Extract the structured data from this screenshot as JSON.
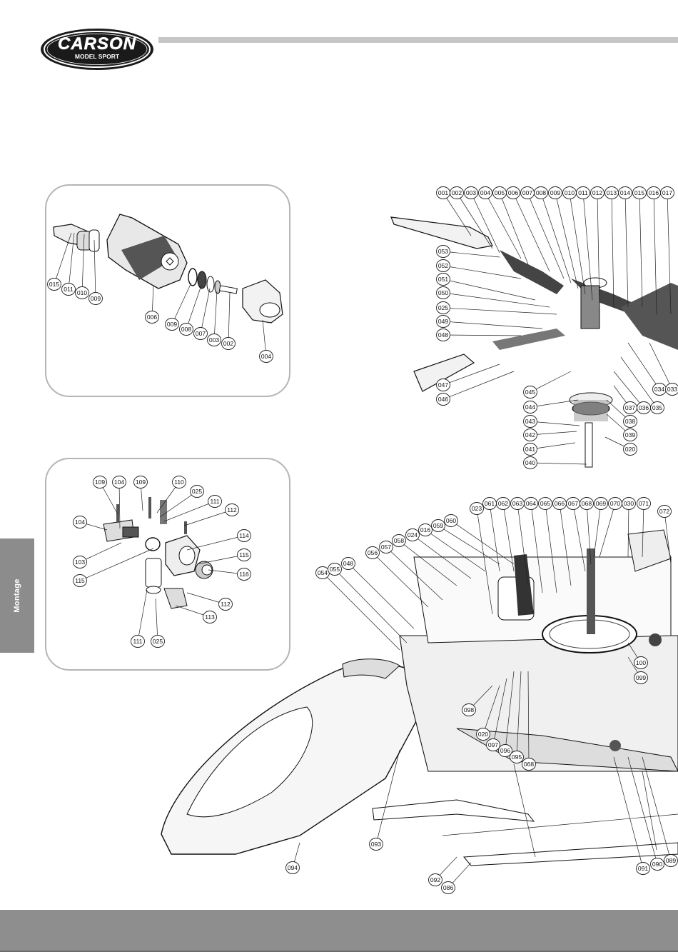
{
  "brand": {
    "name": "CARSON",
    "sub": "MODEL SPORT"
  },
  "side_tab": {
    "label": "Montage"
  },
  "colors": {
    "header_bar": "#c6c6c6",
    "side_tab": "#8c8c8c",
    "footer_bar": "#8e8e8e",
    "box_border": "#b5b5b5"
  },
  "detail_1": {
    "labels": [
      "015",
      "011",
      "010",
      "009",
      "006",
      "009",
      "008",
      "007",
      "003",
      "002",
      "004"
    ]
  },
  "detail_2": {
    "labels": [
      "109",
      "104",
      "109",
      "110",
      "025",
      "111",
      "112",
      "104",
      "103",
      "115",
      "114",
      "115",
      "116",
      "112",
      "113",
      "111",
      "025"
    ]
  },
  "rotor_head": {
    "top_labels": [
      "001",
      "002",
      "003",
      "004",
      "005",
      "006",
      "007",
      "008",
      "009",
      "010",
      "011",
      "012",
      "013",
      "014",
      "015",
      "016",
      "017"
    ],
    "left_labels": [
      "053",
      "052",
      "051",
      "050",
      "025",
      "049",
      "048",
      "047",
      "046"
    ],
    "center_labels": [
      "045",
      "044",
      "043",
      "042",
      "041",
      "040"
    ],
    "right_labels": [
      "034",
      "033",
      "037",
      "036",
      "035",
      "038",
      "039",
      "020"
    ]
  },
  "chassis": {
    "top_labels": [
      "023",
      "061",
      "062",
      "063",
      "064",
      "065",
      "066",
      "067",
      "068",
      "069",
      "070",
      "030",
      "071",
      "072"
    ],
    "left_labels": [
      "054",
      "055",
      "048",
      "056",
      "057",
      "058",
      "024",
      "016",
      "059",
      "060"
    ],
    "lower_labels": [
      "098",
      "020",
      "097",
      "096",
      "095",
      "068",
      "100",
      "099",
      "093",
      "094",
      "092",
      "086",
      "091",
      "090",
      "089"
    ]
  }
}
